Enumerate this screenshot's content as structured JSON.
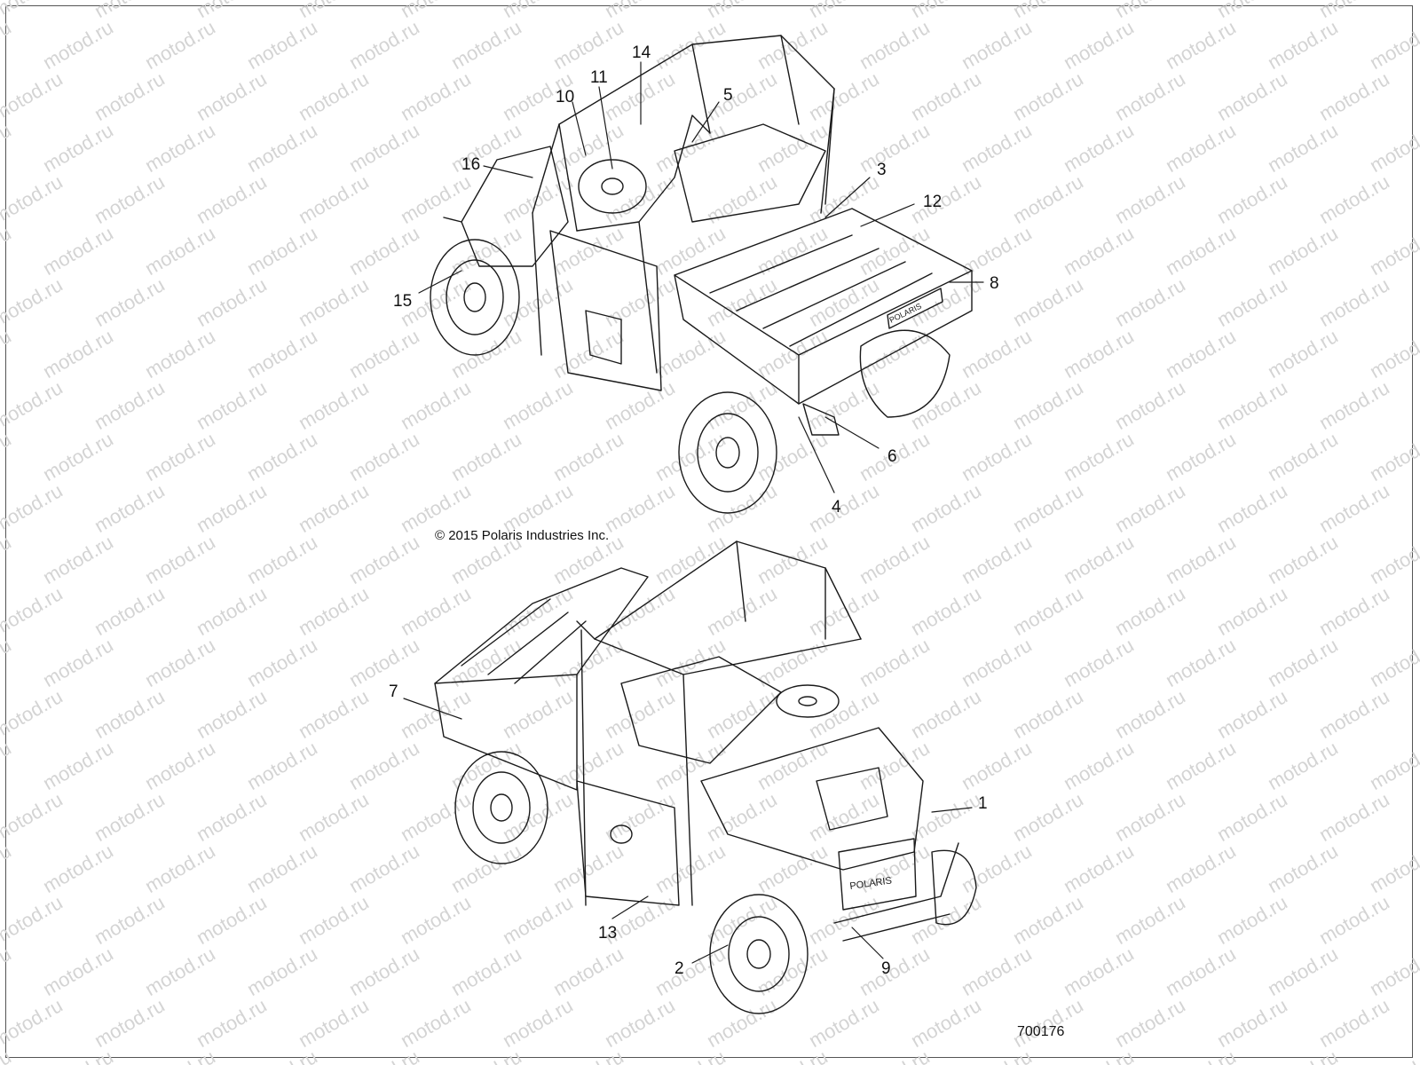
{
  "watermark": "motod.ru",
  "copyright": "© 2015 Polaris Industries Inc.",
  "figure_number": "700176",
  "callouts": {
    "c1": "1",
    "c2": "2",
    "c3": "3",
    "c4": "4",
    "c5": "5",
    "c6": "6",
    "c7": "7",
    "c8": "8",
    "c9": "9",
    "c10": "10",
    "c11": "11",
    "c12": "12",
    "c13": "13",
    "c14": "14",
    "c15": "15",
    "c16": "16"
  },
  "badges": {
    "front_grille": "POLARIS",
    "tailgate": "POLARIS"
  }
}
